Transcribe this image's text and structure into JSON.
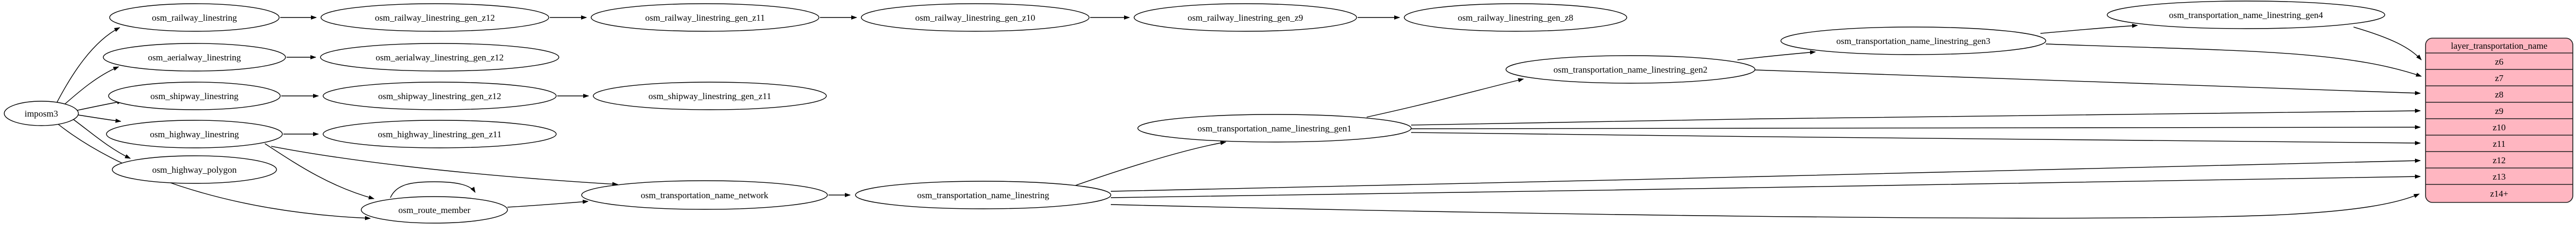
{
  "diagram": {
    "kind": "etl-graph",
    "colors": {
      "background": "#ffffff",
      "node_fill": "#ffffff",
      "node_stroke": "#000000",
      "edge": "#000000",
      "table_fill": "#ffb6c1",
      "table_stroke": "#1f1f1f"
    },
    "nodes": {
      "imposm3": "imposm3",
      "railway": "osm_railway_linestring",
      "railway_z12": "osm_railway_linestring_gen_z12",
      "railway_z11": "osm_railway_linestring_gen_z11",
      "railway_z10": "osm_railway_linestring_gen_z10",
      "railway_z9": "osm_railway_linestring_gen_z9",
      "railway_z8": "osm_railway_linestring_gen_z8",
      "aerialway": "osm_aerialway_linestring",
      "aerialway_z12": "osm_aerialway_linestring_gen_z12",
      "shipway": "osm_shipway_linestring",
      "shipway_z12": "osm_shipway_linestring_gen_z12",
      "shipway_z11": "osm_shipway_linestring_gen_z11",
      "highway": "osm_highway_linestring",
      "highway_z11": "osm_highway_linestring_gen_z11",
      "highway_polygon": "osm_highway_polygon",
      "route_member": "osm_route_member",
      "name_network": "osm_transportation_name_network",
      "name_linestring": "osm_transportation_name_linestring",
      "name_gen1": "osm_transportation_name_linestring_gen1",
      "name_gen2": "osm_transportation_name_linestring_gen2",
      "name_gen3": "osm_transportation_name_linestring_gen3",
      "name_gen4": "osm_transportation_name_linestring_gen4"
    },
    "table": {
      "title": "layer_transportation_name",
      "rows": [
        "z6",
        "z7",
        "z8",
        "z9",
        "z10",
        "z11",
        "z12",
        "z13",
        "z14+"
      ]
    },
    "edges": [
      {
        "from": "imposm3",
        "to": "osm_railway_linestring"
      },
      {
        "from": "imposm3",
        "to": "osm_aerialway_linestring"
      },
      {
        "from": "imposm3",
        "to": "osm_shipway_linestring"
      },
      {
        "from": "imposm3",
        "to": "osm_highway_linestring"
      },
      {
        "from": "imposm3",
        "to": "osm_highway_polygon"
      },
      {
        "from": "imposm3",
        "to": "osm_route_member"
      },
      {
        "from": "osm_railway_linestring",
        "to": "osm_railway_linestring_gen_z12"
      },
      {
        "from": "osm_railway_linestring_gen_z12",
        "to": "osm_railway_linestring_gen_z11"
      },
      {
        "from": "osm_railway_linestring_gen_z11",
        "to": "osm_railway_linestring_gen_z10"
      },
      {
        "from": "osm_railway_linestring_gen_z10",
        "to": "osm_railway_linestring_gen_z9"
      },
      {
        "from": "osm_railway_linestring_gen_z9",
        "to": "osm_railway_linestring_gen_z8"
      },
      {
        "from": "osm_aerialway_linestring",
        "to": "osm_aerialway_linestring_gen_z12"
      },
      {
        "from": "osm_shipway_linestring",
        "to": "osm_shipway_linestring_gen_z12"
      },
      {
        "from": "osm_shipway_linestring_gen_z12",
        "to": "osm_shipway_linestring_gen_z11"
      },
      {
        "from": "osm_highway_linestring",
        "to": "osm_highway_linestring_gen_z11"
      },
      {
        "from": "osm_highway_linestring",
        "to": "osm_route_member"
      },
      {
        "from": "osm_highway_linestring",
        "to": "osm_transportation_name_network"
      },
      {
        "from": "osm_route_member",
        "to": "osm_route_member"
      },
      {
        "from": "osm_route_member",
        "to": "osm_transportation_name_network"
      },
      {
        "from": "osm_transportation_name_network",
        "to": "osm_transportation_name_linestring"
      },
      {
        "from": "osm_transportation_name_linestring",
        "to": "osm_transportation_name_linestring_gen1"
      },
      {
        "from": "osm_transportation_name_linestring_gen1",
        "to": "osm_transportation_name_linestring_gen2"
      },
      {
        "from": "osm_transportation_name_linestring_gen2",
        "to": "osm_transportation_name_linestring_gen3"
      },
      {
        "from": "osm_transportation_name_linestring_gen3",
        "to": "osm_transportation_name_linestring_gen4"
      },
      {
        "from": "osm_transportation_name_linestring_gen4",
        "to": "layer_transportation_name.z6"
      },
      {
        "from": "osm_transportation_name_linestring_gen3",
        "to": "layer_transportation_name.z7"
      },
      {
        "from": "osm_transportation_name_linestring_gen2",
        "to": "layer_transportation_name.z8"
      },
      {
        "from": "osm_transportation_name_linestring_gen1",
        "to": "layer_transportation_name.z9"
      },
      {
        "from": "osm_transportation_name_linestring_gen1",
        "to": "layer_transportation_name.z10"
      },
      {
        "from": "osm_transportation_name_linestring_gen1",
        "to": "layer_transportation_name.z11"
      },
      {
        "from": "osm_transportation_name_linestring",
        "to": "layer_transportation_name.z12"
      },
      {
        "from": "osm_transportation_name_linestring",
        "to": "layer_transportation_name.z13"
      },
      {
        "from": "osm_transportation_name_linestring",
        "to": "layer_transportation_name.z14+"
      }
    ]
  }
}
